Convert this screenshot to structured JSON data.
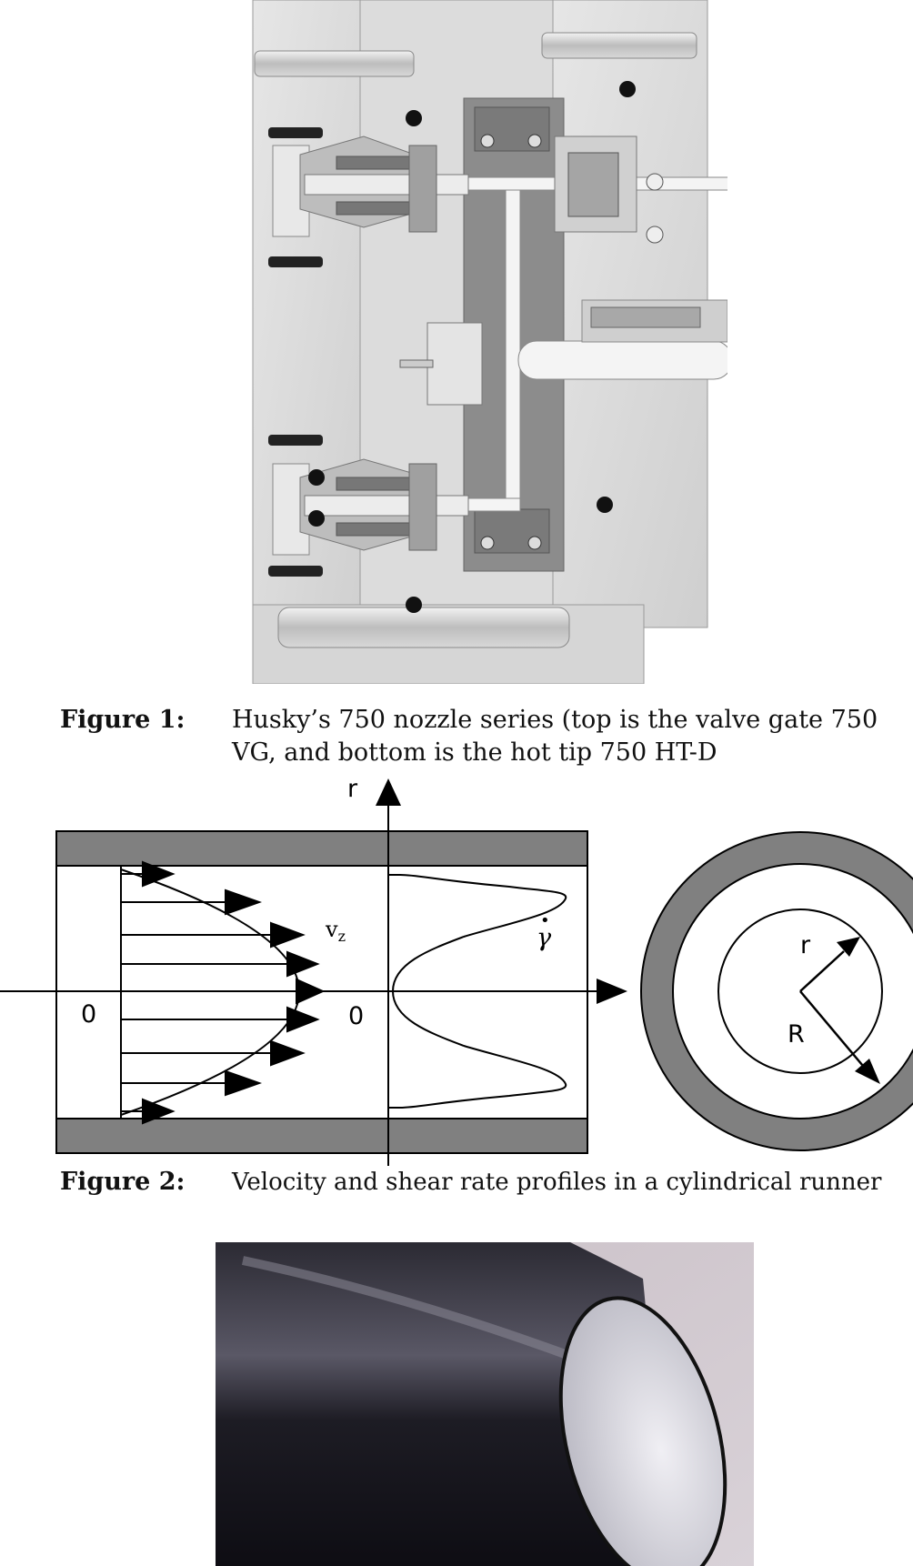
{
  "figure1": {
    "label": "Figure 1:",
    "caption_line1": "Husky’s 750 nozzle series (top is the valve gate 750",
    "caption_line2": "VG, and bottom is the hot tip 750 HT-D"
  },
  "figure2": {
    "label": "Figure 2:",
    "caption": "Velocity and shear rate profiles in a cylindrical runner",
    "axis_r": "r",
    "zero_left": "0",
    "zero_right": "0",
    "vz_label": "v",
    "vz_sub": "z",
    "gamma_label": "γ",
    "gamma_dot": "•",
    "circle_r": "r",
    "circle_R": "R"
  }
}
